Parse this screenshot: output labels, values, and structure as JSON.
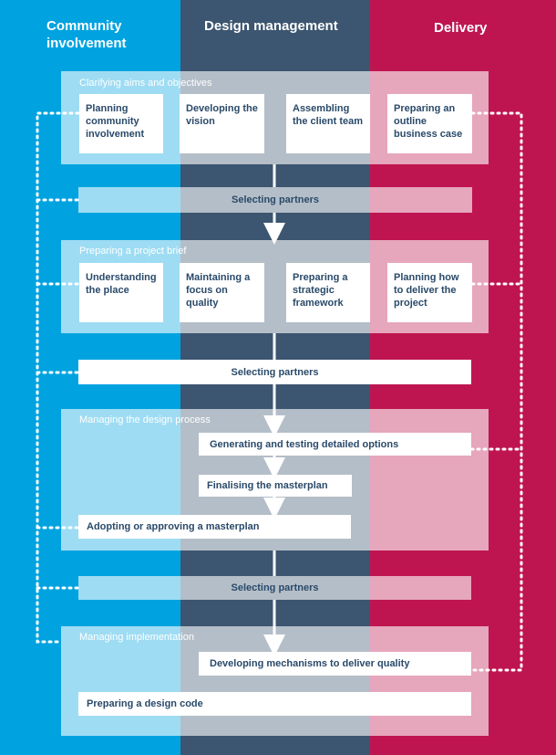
{
  "colors": {
    "community": "#00a3e0",
    "design": "#3c5570",
    "delivery": "#be1550",
    "text": "#2a4a6a",
    "tint_community": "#a8dcf2",
    "tint_design": "#b4bec9",
    "tint_delivery": "#e2a0b8"
  },
  "columns": {
    "community": "Community involvement",
    "design": "Design management",
    "delivery": "Delivery"
  },
  "sections": {
    "clarifying": {
      "title": "Clarifying aims and objectives",
      "cards": [
        "Planning community involvement",
        "Developing the vision",
        "Assembling the client team",
        "Preparing an outline business case"
      ]
    },
    "selecting_1": "Selecting partners",
    "brief": {
      "title": "Preparing a project brief",
      "cards": [
        "Understanding the place",
        "Maintaining a focus on quality",
        "Preparing a strategic framework",
        "Planning how to deliver the project"
      ]
    },
    "selecting_2": "Selecting partners",
    "design_process": {
      "title": "Managing the design process",
      "steps": [
        "Generating and testing detailed options",
        "Finalising the masterplan",
        "Adopting or approving a masterplan"
      ]
    },
    "selecting_3": "Selecting partners",
    "implementation": {
      "title": "Managing implementation",
      "steps": [
        "Developing mechanisms to deliver quality",
        "Preparing a design code"
      ]
    }
  }
}
